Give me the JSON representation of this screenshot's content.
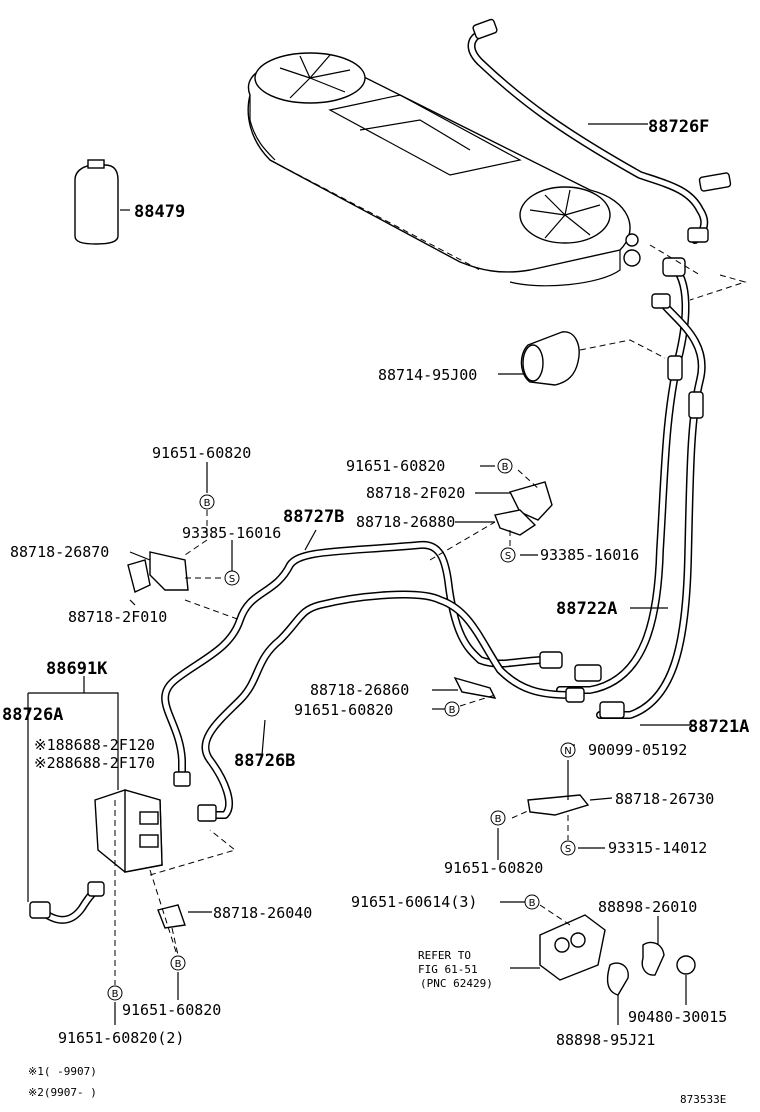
{
  "labels": {
    "p88726F": "88726F",
    "p88479": "88479",
    "p88714": "88714-95J00",
    "p91651_a": "91651-60820",
    "p91651_b": "91651-60820",
    "p88718_2F020": "88718-2F020",
    "p88727B": "88727B",
    "p88718_26880": "88718-26880",
    "p93385_a": "93385-16016",
    "p88718_26870": "88718-26870",
    "p93385_b": "93385-16016",
    "p88718_2F010": "88718-2F010",
    "p88722A": "88722A",
    "p88691K": "88691K",
    "p88726A": "88726A",
    "p88718_26860": "88718-26860",
    "p91651_c": "91651-60820",
    "p88721A": "88721A",
    "p88688_2F120": "※188688-2F120",
    "p88688_2F170": "※288688-2F170",
    "p88726B": "88726B",
    "p90099": "90099-05192",
    "p88718_26730": "88718-26730",
    "p91651_d": "91651-60820",
    "p93315": "93315-14012",
    "p88718_26040": "88718-26040",
    "p91651_60614": "91651-60614(3)",
    "p88898_26010": "88898-26010",
    "refer1": "REFER TO",
    "refer2": "FIG 61-51",
    "refer3": "(PNC 62429)",
    "p90480": "90480-30015",
    "p91651_e": "91651-60820",
    "p88898_95J21": "88898-95J21",
    "p91651_f": "91651-60820(2)",
    "note1": "※1(  -9907)",
    "note2": "※2(9907-  )",
    "figure_id": "873533E"
  },
  "markers": {
    "bolt": "B",
    "screw": "S",
    "nut": "N"
  }
}
